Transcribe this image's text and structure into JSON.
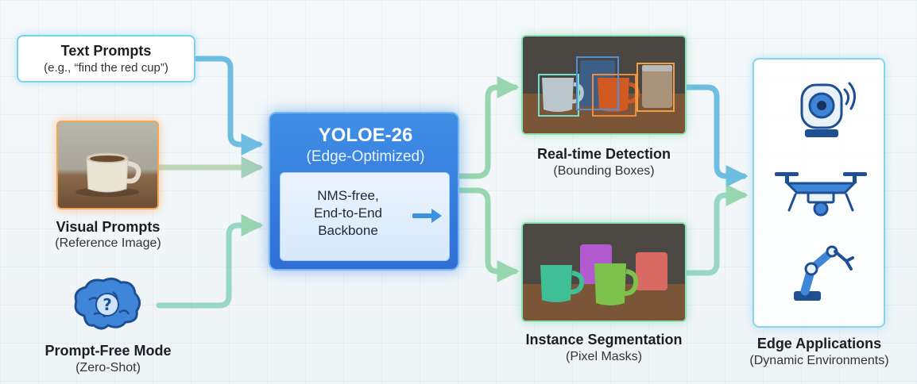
{
  "inputs": {
    "text_prompts": {
      "title": "Text Prompts",
      "subtitle": "(e.g., “find the red cup”)"
    },
    "visual_prompts": {
      "title": "Visual Prompts",
      "subtitle": "(Reference Image)"
    },
    "prompt_free": {
      "title": "Prompt-Free Mode",
      "subtitle": "(Zero-Shot)",
      "icon_glyph": "?"
    }
  },
  "model": {
    "title": "YOLOE-26",
    "subtitle": "(Edge-Optimized)",
    "backbone_text": "NMS-free,\nEnd-to-End\nBackbone"
  },
  "outputs": {
    "detection": {
      "title": "Real-time Detection",
      "subtitle": "(Bounding Boxes)"
    },
    "segmentation": {
      "title": "Instance Segmentation",
      "subtitle": "(Pixel Masks)"
    }
  },
  "edge": {
    "title": "Edge Applications",
    "subtitle": "(Dynamic Environments)",
    "icons": [
      "security-camera-icon",
      "drone-icon",
      "robot-arm-icon"
    ]
  },
  "colors": {
    "text_prompt_border": "#7fd0ea",
    "visual_prompt_border": "#f2a659",
    "model_fill": "#2f6fd6",
    "output_border": "#8edfb6",
    "edge_border": "#86d3ec",
    "arrow_blue": "#5fb8df",
    "arrow_green": "#8fd3a8",
    "arrow_orange": "#e8b77e"
  }
}
